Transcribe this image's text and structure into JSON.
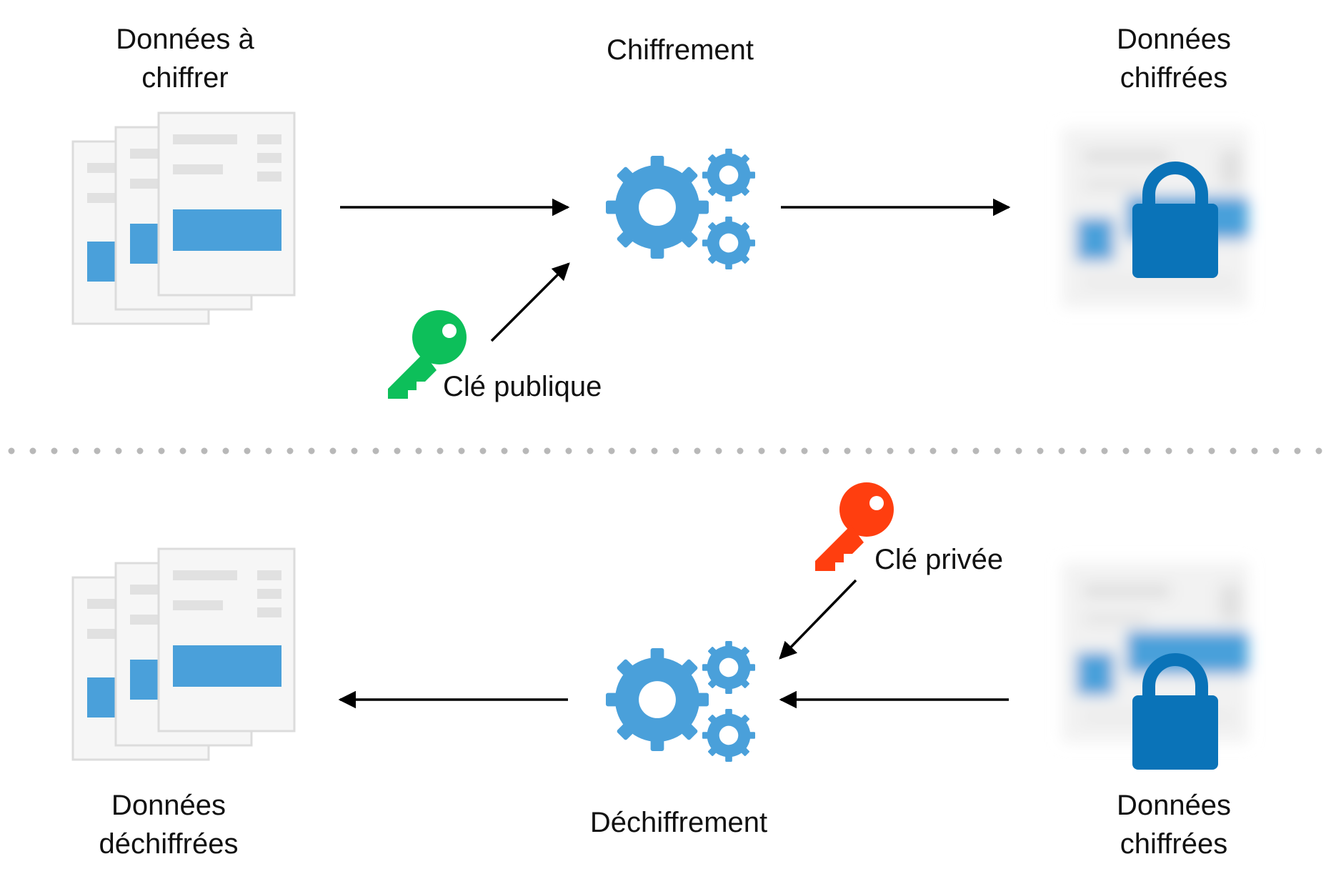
{
  "encryption": {
    "source_line1": "Données à",
    "source_line2": "chiffrer",
    "process": "Chiffrement",
    "output_line1": "Données",
    "output_line2": "chiffrées",
    "key_label": "Clé publique",
    "key_icon": "key-icon",
    "key_color": "#0dbf5a"
  },
  "decryption": {
    "input_line1": "Données",
    "input_line2": "chiffrées",
    "process": "Déchiffrement",
    "output_line1": "Données",
    "output_line2": "déchiffrées",
    "key_label": "Clé privée",
    "key_icon": "key-icon",
    "key_color": "#ff3e0f"
  },
  "colors": {
    "gear": "#4aa0da",
    "lock": "#0a73b8",
    "document_accent": "#4aa0da",
    "arrow": "#000000",
    "separator": "#b8b8b8"
  },
  "icons": [
    "document-stack-icon",
    "gears-icon",
    "lock-icon",
    "key-icon",
    "arrow-icon"
  ]
}
